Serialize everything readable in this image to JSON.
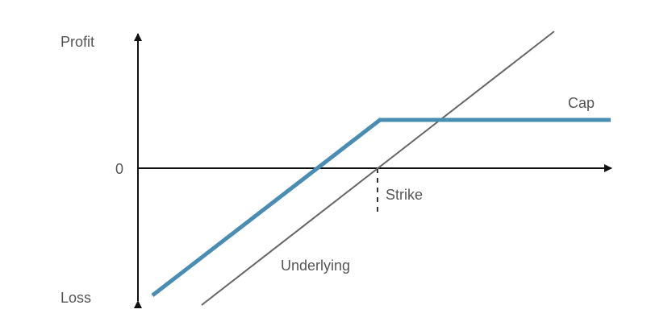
{
  "labels": {
    "y_top": "Profit",
    "y_bottom": "Loss",
    "zero": "0",
    "strike": "Strike",
    "underlying": "Underlying",
    "cap": "Cap"
  },
  "colors": {
    "axis": "#111111",
    "underlying_line": "#666666",
    "payoff_line": "#4a8db3",
    "text": "#555555"
  }
}
